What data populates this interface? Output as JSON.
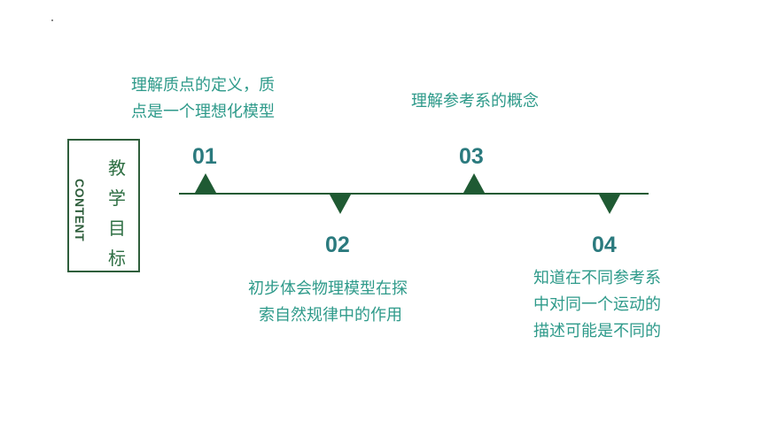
{
  "colors": {
    "dark_green": "#1f5a33",
    "teal_number": "#2b7a7e",
    "teal_text": "#2e9a8a"
  },
  "sidebar": {
    "content_label": "CONTENT",
    "goal_chars": [
      "教",
      "学",
      "目",
      "标"
    ]
  },
  "milestones": [
    {
      "num": "01",
      "lines": [
        "理解质点的定义，质",
        "点是一个理想化模型"
      ]
    },
    {
      "num": "02",
      "lines": [
        "初步体会物理模型在探",
        "索自然规律中的作用"
      ]
    },
    {
      "num": "03",
      "lines": [
        "理解参考系的概念"
      ]
    },
    {
      "num": "04",
      "lines": [
        "知道在不同参考系",
        "中对同一个运动的",
        "描述可能是不同的"
      ]
    }
  ]
}
